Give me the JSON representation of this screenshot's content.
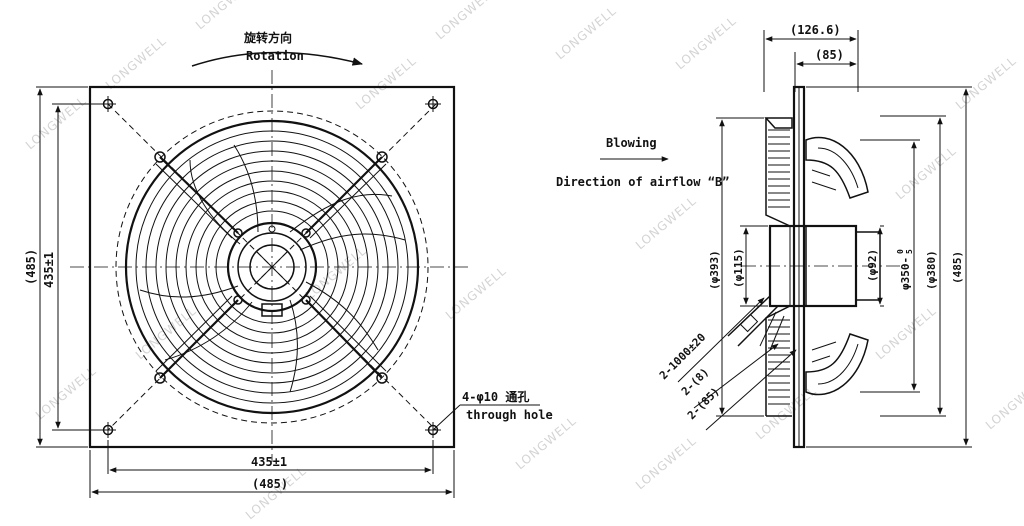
{
  "watermark": "LONGWELL",
  "front_view": {
    "rotation_cn": "旋转方向",
    "rotation_en": "Rotation",
    "dim_bottom_inner": "435±1",
    "dim_bottom_outer": "(485)",
    "dim_left_inner": "435±1",
    "dim_left_outer": "(485)",
    "hole_note_1": "4-φ10 通孔",
    "hole_note_2": "through hole"
  },
  "side_view": {
    "blowing": "Blowing",
    "airflow": "Direction of airflow “B”",
    "dim_top_outer": "(126.6)",
    "dim_top_inner": "(85)",
    "dim_393": "(φ393)",
    "dim_115": "(φ115)",
    "dim_92": "(φ92)",
    "dim_350_base": "φ350-",
    "dim_350_sup": "0",
    "dim_350_sub": "5",
    "dim_380": "(φ380)",
    "dim_485": "(485)",
    "cable_1": "2-1000±20",
    "cable_2": "2-(8)",
    "cable_3": "2-(85)"
  }
}
